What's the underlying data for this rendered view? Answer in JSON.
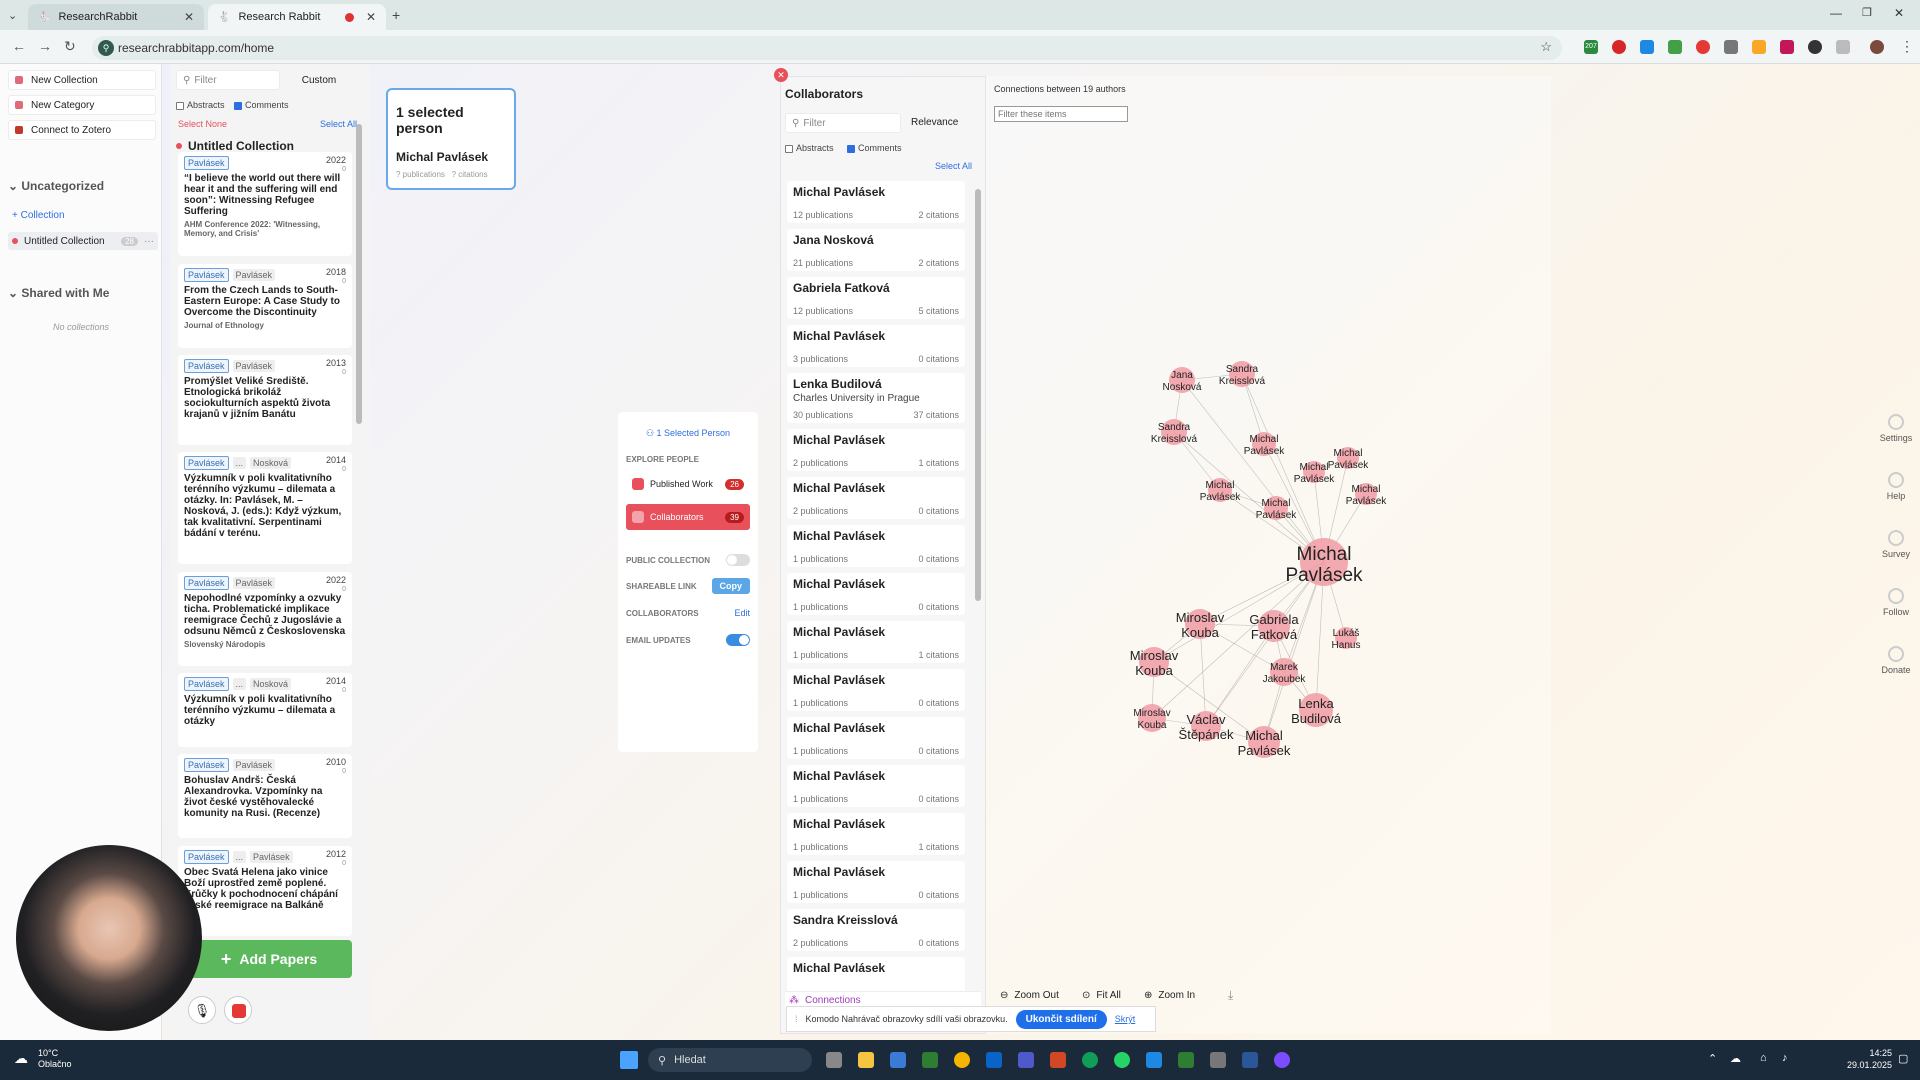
{
  "browser": {
    "tabs": [
      {
        "label": "ResearchRabbit",
        "active": false
      },
      {
        "label": "Research Rabbit",
        "active": true
      }
    ],
    "url": "researchrabbitapp.com/home",
    "ext_badge": "207"
  },
  "leftnav": {
    "new_collection": "New Collection",
    "new_category": "New Category",
    "connect_zotero": "Connect to Zotero",
    "uncategorized": "Uncategorized",
    "add_collection": "+ Collection",
    "collection_name": "Untitled Collection",
    "collection_count": "28",
    "shared_with_me": "Shared with Me",
    "no_collections": "No collections"
  },
  "paperlist": {
    "filter_placeholder": "Filter",
    "custom": "Custom",
    "abstracts": "Abstracts",
    "comments": "Comments",
    "select_none": "Select None",
    "select_all": "Select All",
    "collection_title": "Untitled Collection",
    "add_papers": "Add Papers",
    "papers": [
      {
        "authors": [
          "Pavlásek"
        ],
        "year": "2022",
        "count": "0",
        "title": "“I believe the world out there will hear it and the suffering will end soon”: Witnessing Refugee Suffering",
        "venue": "AHM Conference 2022: 'Witnessing, Memory, and Crisis'"
      },
      {
        "authors": [
          "Pavlásek",
          "Pavlásek"
        ],
        "year": "2018",
        "count": "0",
        "title": "From the Czech Lands to South-Eastern Europe: A Case Study to Overcome the Discontinuity",
        "venue": "Journal of Ethnology"
      },
      {
        "authors": [
          "Pavlásek",
          "Pavlásek"
        ],
        "year": "2013",
        "count": "0",
        "title": "Promýšlet Veliké Srediště. Etnologická brikoláž sociokulturních aspektů života krajanů v jižním Banátu",
        "venue": ""
      },
      {
        "authors": [
          "Pavlásek",
          "...",
          "Nosková"
        ],
        "year": "2014",
        "count": "0",
        "title": "Výzkumník v poli kvalitativního terénního výzkumu – dilemata a otázky. In: Pavlásek, M. – Nosková, J. (eds.): Když výzkum, tak kvalitativní. Serpentinami bádání v terénu.",
        "venue": ""
      },
      {
        "authors": [
          "Pavlásek",
          "Pavlásek"
        ],
        "year": "2022",
        "count": "0",
        "title": "Nepohodlné vzpomínky a ozvuky ticha. Problematické implikace reemigrace Čechů z Jugoslávie a odsunu Němců z Československa",
        "venue": "Slovenský Národopis"
      },
      {
        "authors": [
          "Pavlásek",
          "...",
          "Nosková"
        ],
        "year": "2014",
        "count": "0",
        "title": "Výzkumník v poli kvalitativního terénního výzkumu – dilemata a otázky",
        "venue": ""
      },
      {
        "authors": [
          "Pavlásek",
          "Pavlásek"
        ],
        "year": "2010",
        "count": "0",
        "title": "Bohuslav Andrš: Česká Alexandrovka. Vzpomínky na život české vystěhovalecké komunity na Rusi. (Recenze)",
        "venue": ""
      },
      {
        "authors": [
          "Pavlásek",
          "...",
          "Pavlásek"
        ],
        "year": "2012",
        "count": "0",
        "title": "Obec Svatá Helena jako vinice Boží uprostřed země poplené. Krůčky k pochodnocení chápání české reemigrace na Balkáně",
        "venue": ""
      }
    ]
  },
  "selected": {
    "heading": "1 selected person",
    "name": "Michal Pavlásek",
    "pubs": "? publications",
    "cits": "? citations"
  },
  "midpanel": {
    "selected_person": "1 Selected Person",
    "explore_people": "EXPLORE PEOPLE",
    "published_work": "Published Work",
    "published_count": "26",
    "collaborators": "Collaborators",
    "collaborators_count": "39",
    "public_collection": "PUBLIC COLLECTION",
    "shareable_link": "SHAREABLE LINK",
    "copy": "Copy",
    "collaborators_label": "COLLABORATORS",
    "edit": "Edit",
    "email_updates": "EMAIL UPDATES"
  },
  "collab": {
    "title": "Collaborators",
    "filter_placeholder": "Filter",
    "relevance": "Relevance",
    "abstracts": "Abstracts",
    "comments": "Comments",
    "select_all": "Select All",
    "connections": "Connections",
    "people": [
      {
        "name": "Michal Pavlásek",
        "affil": "",
        "pubs": "12 publications",
        "cits": "2 citations"
      },
      {
        "name": "Jana Nosková",
        "affil": "",
        "pubs": "21 publications",
        "cits": "2 citations"
      },
      {
        "name": "Gabriela Fatková",
        "affil": "",
        "pubs": "12 publications",
        "cits": "5 citations"
      },
      {
        "name": "Michal Pavlásek",
        "affil": "",
        "pubs": "3 publications",
        "cits": "0 citations"
      },
      {
        "name": "Lenka Budilová",
        "affil": "Charles University in Prague",
        "pubs": "30 publications",
        "cits": "37 citations"
      },
      {
        "name": "Michal Pavlásek",
        "affil": "",
        "pubs": "2 publications",
        "cits": "1 citations"
      },
      {
        "name": "Michal Pavlásek",
        "affil": "",
        "pubs": "2 publications",
        "cits": "0 citations"
      },
      {
        "name": "Michal Pavlásek",
        "affil": "",
        "pubs": "1 publications",
        "cits": "0 citations"
      },
      {
        "name": "Michal Pavlásek",
        "affil": "",
        "pubs": "1 publications",
        "cits": "0 citations"
      },
      {
        "name": "Michal Pavlásek",
        "affil": "",
        "pubs": "1 publications",
        "cits": "1 citations"
      },
      {
        "name": "Michal Pavlásek",
        "affil": "",
        "pubs": "1 publications",
        "cits": "0 citations"
      },
      {
        "name": "Michal Pavlásek",
        "affil": "",
        "pubs": "1 publications",
        "cits": "0 citations"
      },
      {
        "name": "Michal Pavlásek",
        "affil": "",
        "pubs": "1 publications",
        "cits": "0 citations"
      },
      {
        "name": "Michal Pavlásek",
        "affil": "",
        "pubs": "1 publications",
        "cits": "1 citations"
      },
      {
        "name": "Michal Pavlásek",
        "affil": "",
        "pubs": "1 publications",
        "cits": "0 citations"
      },
      {
        "name": "Sandra Kreisslová",
        "affil": "",
        "pubs": "2 publications",
        "cits": "0 citations"
      },
      {
        "name": "Michal Pavlásek",
        "affil": "",
        "pubs": "",
        "cits": ""
      }
    ]
  },
  "graph": {
    "heading": "Connections between 19 authors",
    "filter_placeholder": "Filter these items",
    "zoom_out": "Zoom Out",
    "fit_all": "Fit All",
    "zoom_in": "Zoom In",
    "nodes": [
      {
        "label": [
          "Jana",
          "Nosková"
        ]
      },
      {
        "label": [
          "Sandra",
          "Kreisslová"
        ]
      },
      {
        "label": [
          "Sandra",
          "Kreisslová"
        ]
      },
      {
        "label": [
          "Michal",
          "Pavlásek"
        ]
      },
      {
        "label": [
          "Michal",
          "Pavlásek"
        ]
      },
      {
        "label": [
          "Michal",
          "Pavlásek"
        ]
      },
      {
        "label": [
          "Michal",
          "Pavlásek"
        ]
      },
      {
        "label": [
          "Michal",
          "Pavlásek"
        ]
      },
      {
        "label": [
          "Michal",
          "Pavlásek"
        ]
      },
      {
        "label": [
          "Michal",
          "Pavlásek"
        ]
      },
      {
        "label": [
          "Miroslav",
          "Kouba"
        ]
      },
      {
        "label": [
          "Gabriela",
          "Fatková"
        ]
      },
      {
        "label": [
          "Lukáš",
          "Hanus"
        ]
      },
      {
        "label": [
          "Miroslav",
          "Kouba"
        ]
      },
      {
        "label": [
          "Marek",
          "Jakoubek"
        ]
      },
      {
        "label": [
          "Lenka",
          "Budilová"
        ]
      },
      {
        "label": [
          "Miroslav",
          "Kouba"
        ]
      },
      {
        "label": [
          "Václav",
          "Štěpánek"
        ]
      },
      {
        "label": [
          "Michal",
          "Pavlásek"
        ]
      }
    ]
  },
  "rightrail": {
    "items": [
      "Settings",
      "Help",
      "Survey",
      "Follow",
      "Donate"
    ]
  },
  "notification": {
    "text": "Komodo Nahrávač obrazovky sdílí vaši obrazovku.",
    "stop": "Ukončit sdílení",
    "hide": "Skrýt"
  },
  "taskbar": {
    "temp": "10°C",
    "weather": "Oblačno",
    "search": "Hledat",
    "time": "14:25",
    "date": "29.01.2025"
  },
  "colors": {
    "accent_red": "#e8505b",
    "node_pink": "#f2a0a8",
    "blue": "#2f6ee0"
  }
}
